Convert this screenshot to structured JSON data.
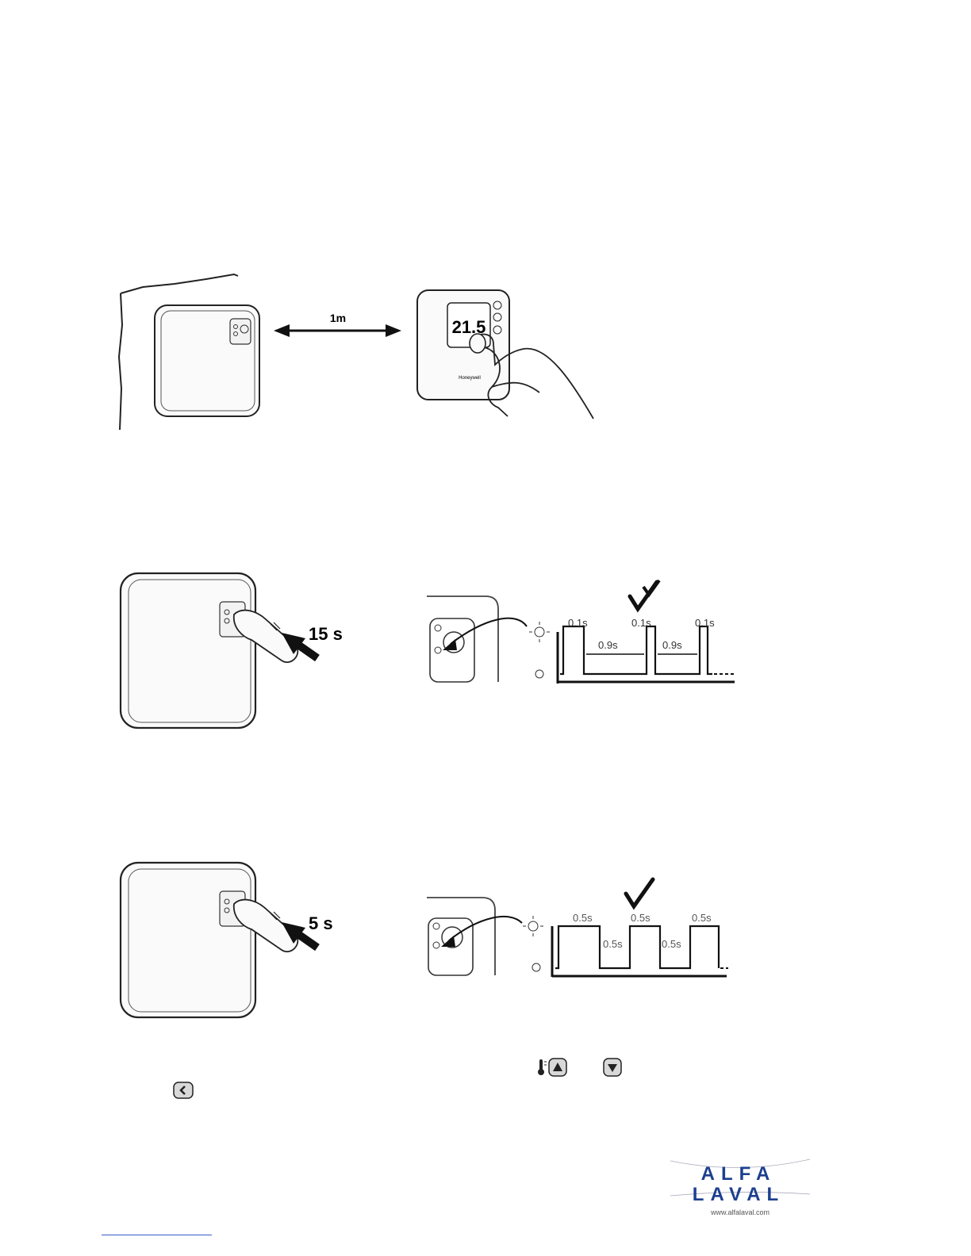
{
  "figure1": {
    "distance_label": "1m",
    "display_temp": "21.5",
    "brand": "Honeywell"
  },
  "figure2": {
    "hold_time": "15 s",
    "pulse_labels": [
      "0.1s",
      "0.1s",
      "0.1s"
    ],
    "gap_labels": [
      "0.9s",
      "0.9s"
    ]
  },
  "figure3": {
    "hold_time": "5 s",
    "on_labels": [
      "0.5s",
      "0.5s",
      "0.5s"
    ],
    "off_labels": [
      "0.5s",
      "0.5s"
    ]
  },
  "inline_icons": [
    "thermometer-up-button-icon",
    "down-button-icon",
    "back-button-icon"
  ],
  "logo": {
    "line1": "ALFA",
    "line2": "LAVAL",
    "url": "www.alfalaval.com",
    "color": "#1d3f8f"
  }
}
